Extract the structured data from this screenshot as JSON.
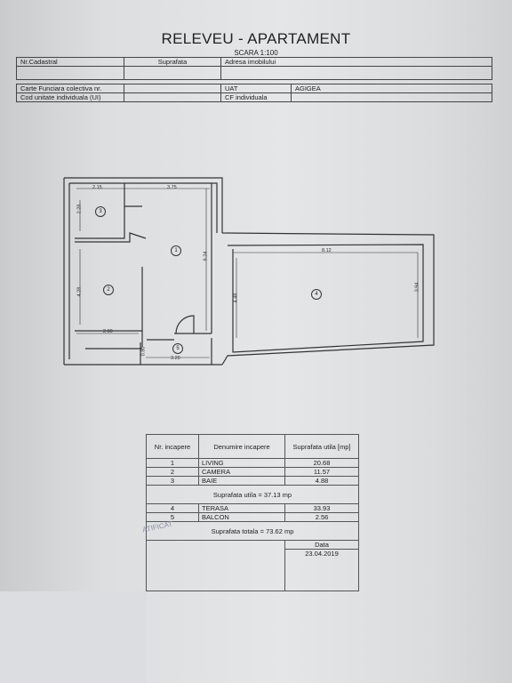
{
  "header": {
    "title": "RELEVEU - APARTAMENT",
    "scale": "SCARA 1:100"
  },
  "info_table": {
    "nr_cadastral": "Nr.Cadastral",
    "suprafata": "Suprafata",
    "adresa": "Adresa imobilului",
    "carte_funciara": "Carte Funciara colectiva nr.",
    "uat_label": "UAT",
    "uat_value": "AGIGEA",
    "cod_unitate": "Cod unitate individuala (UI)",
    "cf_individuala": "CF individuala"
  },
  "plan": {
    "dims": {
      "d215": "2.15",
      "d375": "3.75",
      "d228": "2.28",
      "d624": "6.24",
      "d428": "4.28",
      "d280": "2.80",
      "d320": "3.20",
      "d080": "0.80",
      "d812": "8.12",
      "d448": "4.48",
      "d394": "3.94"
    },
    "rooms": {
      "r1": "1",
      "r2": "2",
      "r3": "3",
      "r4": "4",
      "r5": "5"
    }
  },
  "room_table": {
    "col_nr": "Nr. incapere",
    "col_denumire": "Denumire incapere",
    "col_suprafata": "Suprafata utila [mp]",
    "rows": [
      {
        "nr": "1",
        "name": "LIVING",
        "area": "20.68"
      },
      {
        "nr": "2",
        "name": "CAMERA",
        "area": "11.57"
      },
      {
        "nr": "3",
        "name": "BAIE",
        "area": "4.88"
      }
    ],
    "suprafata_utila": "Suprafata utila = 37.13 mp",
    "rows2": [
      {
        "nr": "4",
        "name": "TERASA",
        "area": "33.93"
      },
      {
        "nr": "5",
        "name": "BALCON",
        "area": "2.56"
      }
    ],
    "suprafata_totala": "Suprafata totala = 73.62 mp",
    "data_label": "Data",
    "data_value": "23.04.2019"
  },
  "stamp_text": "ATIFICAT"
}
